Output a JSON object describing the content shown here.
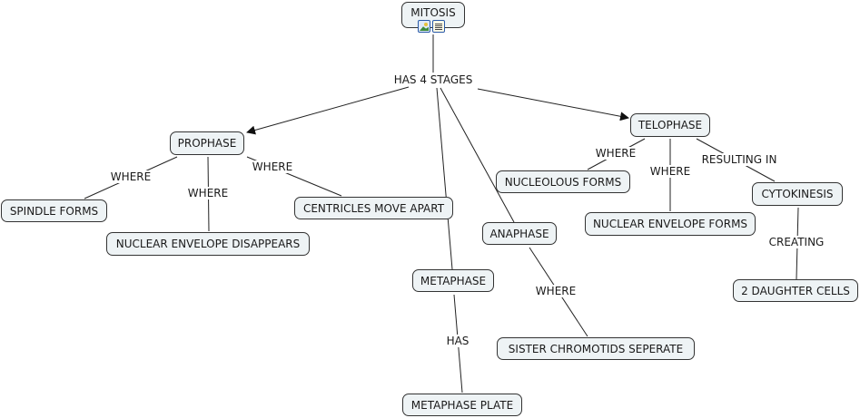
{
  "map": {
    "root": "MITOSIS",
    "root_icons": [
      "image-icon",
      "document-icon"
    ],
    "root_link": "HAS 4 STAGES",
    "nodes": {
      "prophase": "PROPHASE",
      "telophase": "TELOPHASE",
      "metaphase": "METAPHASE",
      "anaphase": "ANAPHASE",
      "spindle": "SPINDLE FORMS",
      "nuclear_disappears": "NUCLEAR ENVELOPE DISAPPEARS",
      "centricles": "CENTRICLES MOVE APART",
      "nucleolous": "NUCLEOLOUS FORMS",
      "nuclear_forms": "NUCLEAR ENVELOPE FORMS",
      "cytokinesis": "CYTOKINESIS",
      "daughter": "2 DAUGHTER CELLS",
      "sister": "SISTER CHROMOTIDS SEPERATE",
      "plate": "METAPHASE PLATE"
    },
    "links": {
      "pro_spindle": "WHERE",
      "pro_nuclear": "WHERE",
      "pro_centricles": "WHERE",
      "telo_nucleolous": "WHERE",
      "telo_nuclear": "WHERE",
      "telo_cyto": "RESULTING IN",
      "cyto_daughter": "CREATING",
      "meta_plate": "HAS",
      "ana_sister": "WHERE"
    }
  }
}
